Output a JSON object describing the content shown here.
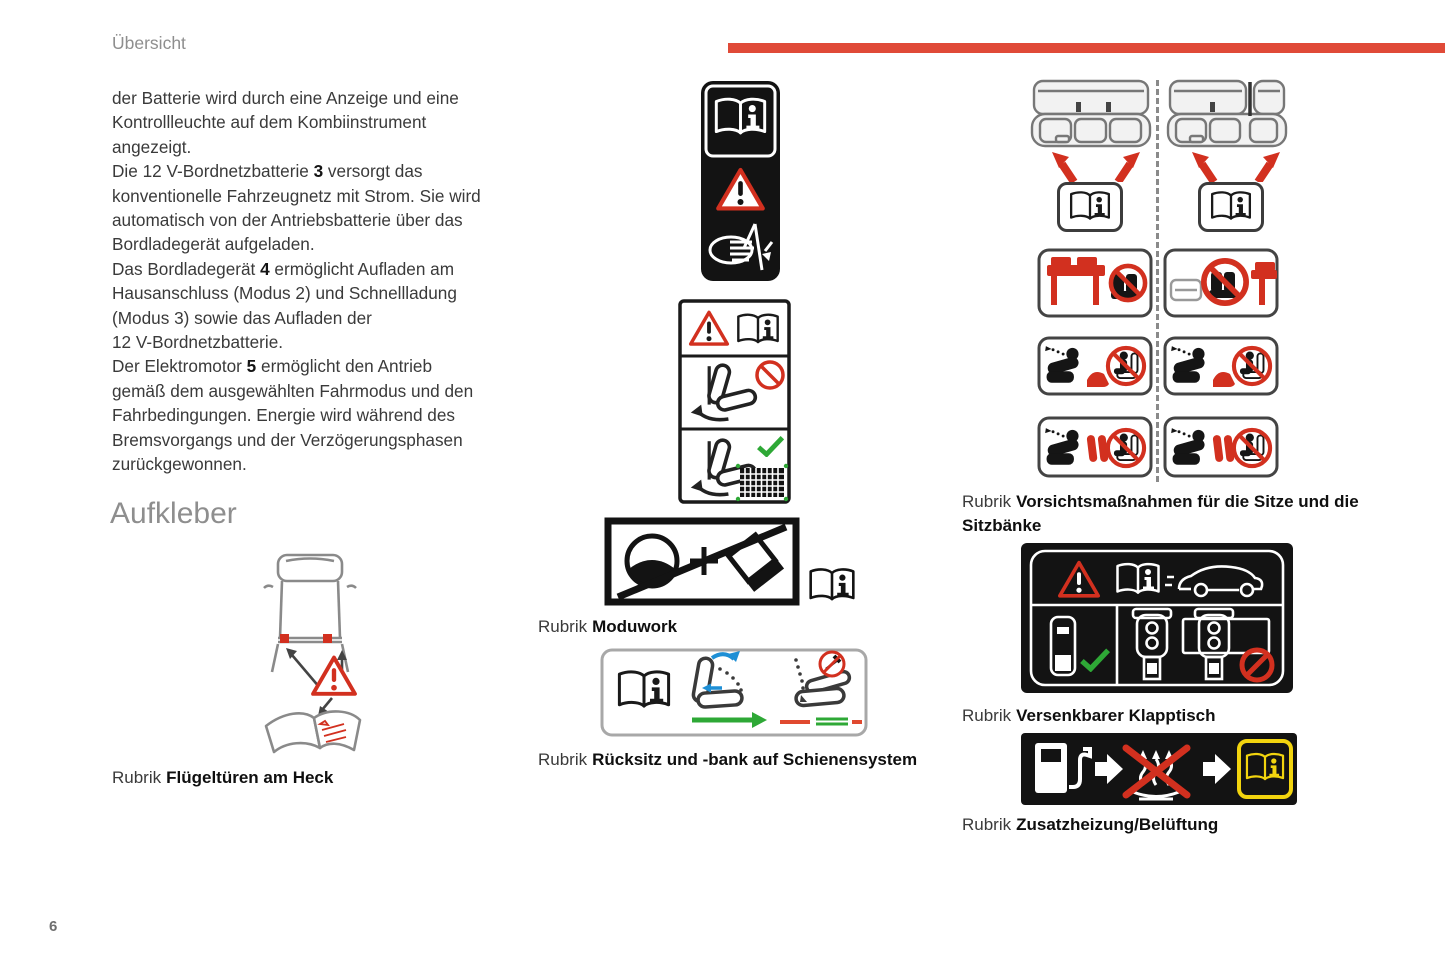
{
  "page": {
    "section_label": "Übersicht",
    "heading": "Aufkleber",
    "page_number": "6"
  },
  "colors": {
    "accent_bar": "#e04a38",
    "pictogram_red": "#d2301f",
    "green": "#2ea836",
    "blue": "#1e8fd5",
    "yellow": "#f2d40e",
    "muted_text": "#8e8e8e",
    "body_text": "#3a3a3a",
    "black_label_bg": "#131313"
  },
  "main_text": {
    "segments": [
      {
        "text": "der Batterie wird durch eine Anzeige und eine\nKontrollleuchte auf dem Kombiinstrument\nangezeigt.\nDie 12 V-Bordnetzbatterie ",
        "bold": false
      },
      {
        "text": "3",
        "bold": true
      },
      {
        "text": " versorgt das\nkonventionelle Fahrzeugnetz mit Strom. Sie wird\nautomatisch von der Antriebsbatterie über das\nBordladegerät aufgeladen.\nDas Bordladegerät ",
        "bold": false
      },
      {
        "text": "4",
        "bold": true
      },
      {
        "text": " ermöglicht Aufladen am\nHausanschluss (Modus 2) und Schnellladung\n(Modus 3) sowie das Aufladen der\n12 V-Bordnetzbatterie.\nDer Elektromotor ",
        "bold": false
      },
      {
        "text": "5",
        "bold": true
      },
      {
        "text": " ermöglicht den Antrieb\ngemäß dem ausgewählten Fahrmodus und den\nFahrbedingungen. Energie wird während des\nBremsvorgangs und der Verzögerungsphasen\nzurückgewonnen.",
        "bold": false
      }
    ]
  },
  "captions": {
    "prefix": "Rubrik",
    "fluegeltueren": "Flügeltüren am Heck",
    "moduwork": "Moduwork",
    "ruecksitz": "Rücksitz und -bank auf Schienensystem",
    "vorsicht": "Vorsichtsmaßnahmen für die Sitze und die Sitzbänke",
    "klapptisch": "Versenkbarer Klapptisch",
    "zusatzheizung": "Zusatzheizung/Belüftung"
  },
  "icons": {
    "owner_manual": "owner-manual-book-icon",
    "warning_triangle": "warning-triangle-icon",
    "prohibition": "prohibition-circle-icon",
    "checkmark": "green-check-icon",
    "hand_pinch": "hand-pinch-warning-icon",
    "seat_fold_lever": "seat-fold-lever-icon",
    "cargo_grid": "cargo-grid-icon",
    "steering_wheel": "steering-wheel-icon",
    "tilted_table": "tilted-table-icon",
    "no_tools": "no-tools-icon",
    "bench_seat": "folded-bench-top-view",
    "red_arrow": "red-up-arrow-icon",
    "folding_table": "red-folding-table-icon",
    "reclined_person": "reclined-person-icon",
    "no_sitting": "no-sitting-icon",
    "stowed_table": "stowed-table-icon",
    "table_latch": "table-latch-icon",
    "van_side": "van-side-view-icon",
    "van_rear": "van-rear-top-view-icon",
    "fuel_pump": "fuel-pump-icon",
    "aux_heater": "auxiliary-heater-icon",
    "open_book_drawing": "open-book-drawing"
  }
}
